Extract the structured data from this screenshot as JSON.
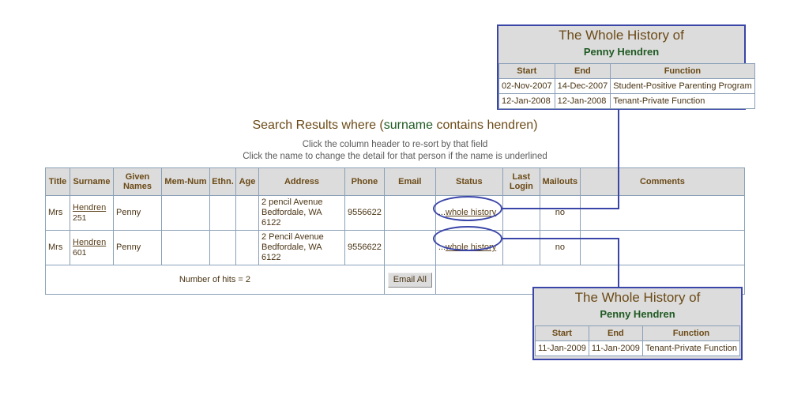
{
  "popup_top": {
    "title": "The Whole History of",
    "name": "Penny Hendren",
    "headers": [
      "Start",
      "End",
      "Function"
    ],
    "rows": [
      [
        "02-Nov-2007",
        "14-Dec-2007",
        "Student-Positive Parenting Program"
      ],
      [
        "12-Jan-2008",
        "12-Jan-2008",
        "Tenant-Private Function"
      ]
    ]
  },
  "popup_bottom": {
    "title": "The Whole History of",
    "name": "Penny Hendren",
    "headers": [
      "Start",
      "End",
      "Function"
    ],
    "rows": [
      [
        "11-Jan-2009",
        "11-Jan-2009",
        "Tenant-Private Function"
      ]
    ]
  },
  "heading": {
    "prefix": "Search Results where (",
    "field": "surname",
    "middle": " contains ",
    "value": "hendren",
    "suffix": ")"
  },
  "instructions": {
    "line1": "Click the column header to re-sort by that field",
    "line2": "Click the name to change the detail for that person if the name is underlined"
  },
  "table": {
    "headers": {
      "title": "Title",
      "surname": "Surname",
      "given1": "Given",
      "given2": "Names",
      "memnum": "Mem-Num",
      "ethn": "Ethn.",
      "age": "Age",
      "address": "Address",
      "phone": "Phone",
      "email": "Email",
      "status": "Status",
      "last1": "Last",
      "last2": "Login",
      "mailouts": "Mailouts",
      "comments": "Comments"
    },
    "rows": [
      {
        "title": "Mrs",
        "surname": "Hendren",
        "id": "251",
        "given": "Penny",
        "address1": "2 pencil Avenue",
        "address2": "Bedfordale, WA 6122",
        "phone": "9556622",
        "status_prefix": "...",
        "status_link": "whole history",
        "mailouts": "no"
      },
      {
        "title": "Mrs",
        "surname": "Hendren",
        "id": "601",
        "given": "Penny",
        "address1": "2 Pencil Avenue",
        "address2": "Bedfordale, WA 6122",
        "phone": "9556622",
        "status_prefix": "...",
        "status_link": "whole history",
        "mailouts": "no"
      }
    ],
    "footer": {
      "hits": "Number of hits = 2",
      "email_all": "Email All"
    }
  },
  "colors": {
    "accent_blue": "#3a45a8",
    "header_bg": "#dcdcdc",
    "name_green": "#1f5a22",
    "title_brown": "#6b4a16"
  }
}
